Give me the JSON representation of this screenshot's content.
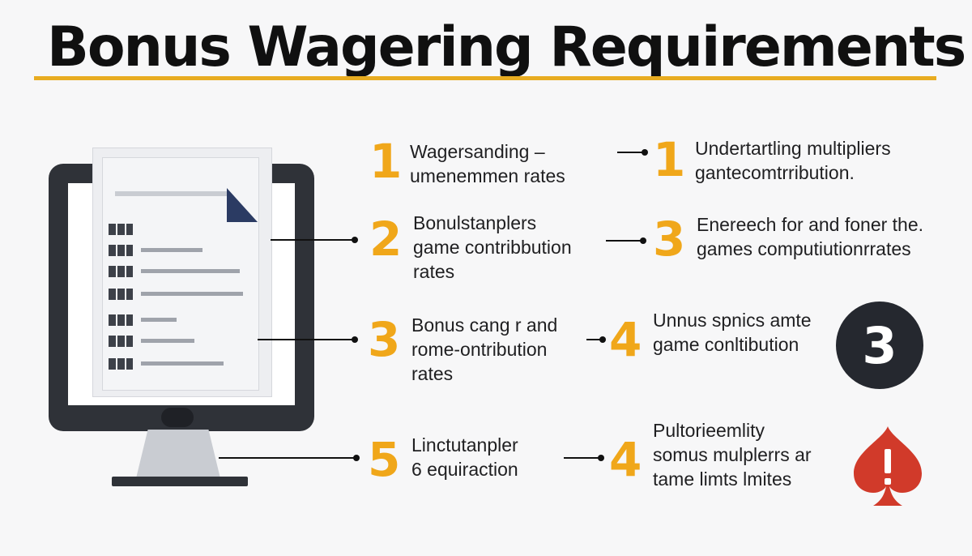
{
  "title": "Bonus Wagering Requirements",
  "accent_color": "#e8ac21",
  "number_color": "#f0a71a",
  "steps": [
    {
      "num": "1",
      "text": "Wagersanding –\numenemmen rates"
    },
    {
      "num": "1",
      "text": "Undertartling multipliers\ngantecomtrribution."
    },
    {
      "num": "2",
      "text": "Bonulstanplers\ngame contribbution\n  rates"
    },
    {
      "num": "3",
      "text": "Enereech for and foner the.\ngames computiutionrrates"
    },
    {
      "num": "3",
      "text": "Bonus cang r and\nrome-ontribution\nrates"
    },
    {
      "num": "4",
      "text": "Unnus spnics amte\ngame conltibution"
    },
    {
      "num": "5",
      "text": "Linctutanpler\n6 equiraction"
    },
    {
      "num": "4",
      "text": "Pultorieemlity\nsomus mulplerrs ar\ntame limts lmites"
    }
  ],
  "badge": {
    "value": "3"
  },
  "icons": {
    "monitor": "monitor-icon",
    "document": "document-icon",
    "badge": "number-badge-icon",
    "warning": "warning-spade-icon"
  },
  "warning_color": "#d13a2a"
}
